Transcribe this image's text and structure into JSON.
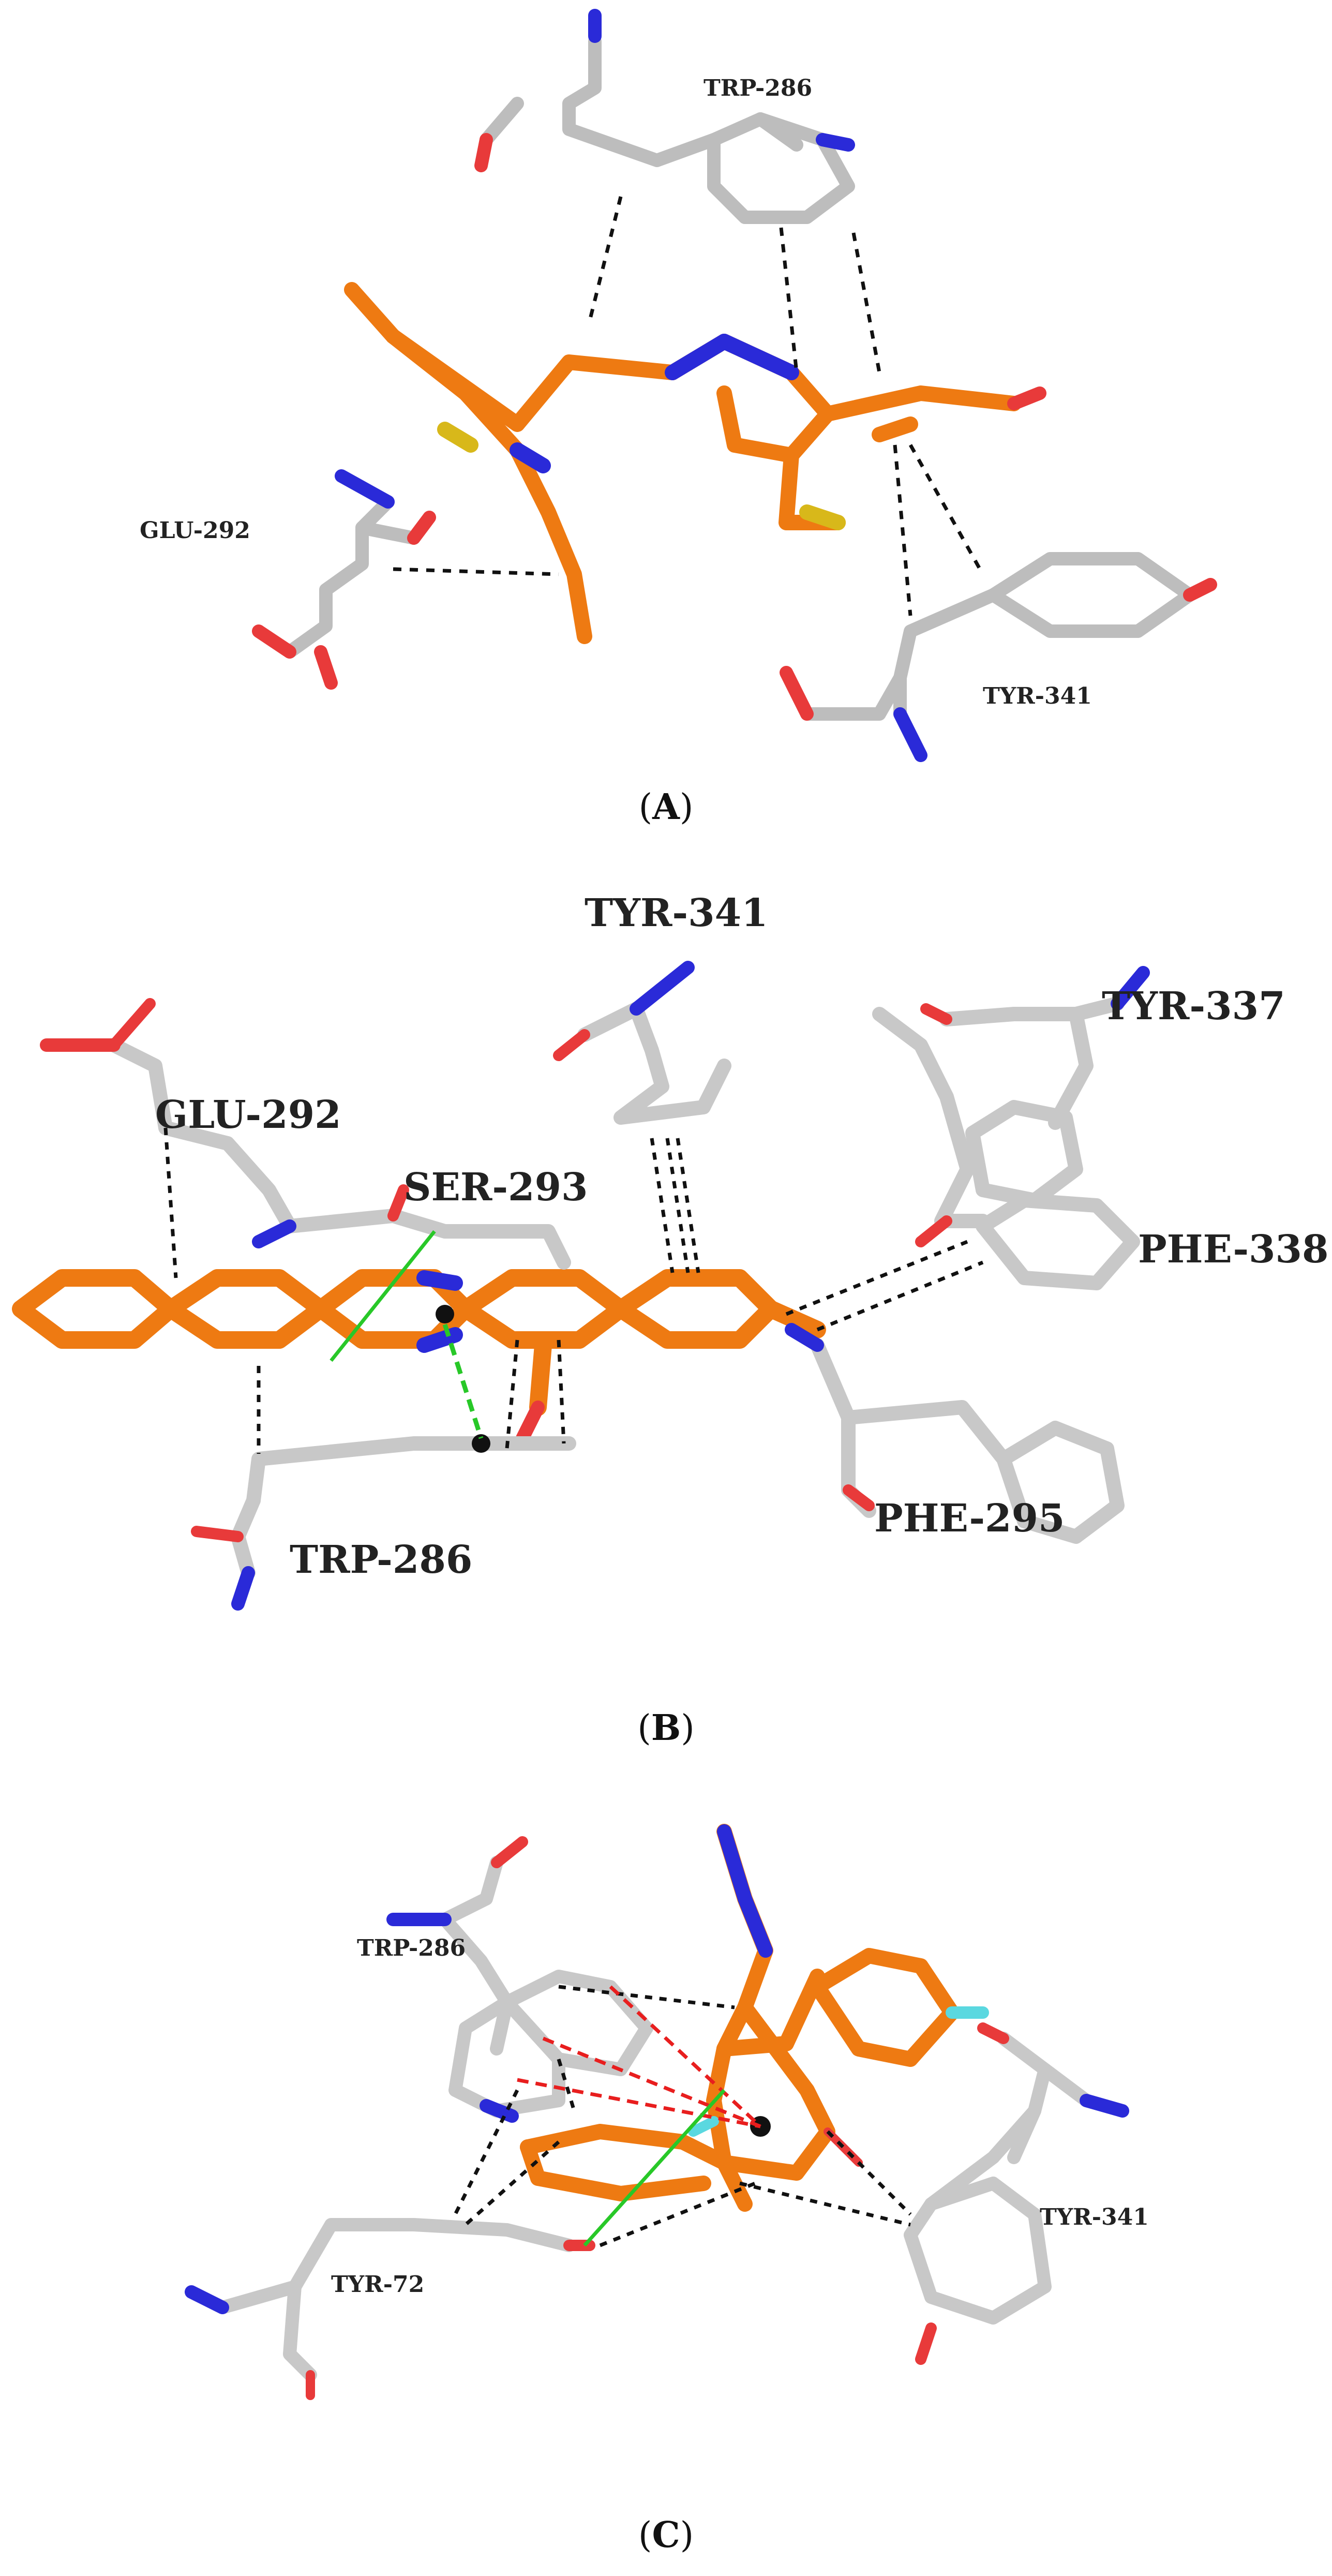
{
  "figure": {
    "panels": [
      {
        "id": "A",
        "caption": "A",
        "labels": [
          "TRP-286",
          "GLU-292",
          "TYR-341"
        ]
      },
      {
        "id": "B",
        "caption": "B",
        "labels": [
          "TYR-341",
          "TYR-337",
          "GLU-292",
          "SER-293",
          "PHE-338",
          "TRP-286",
          "PHE-295"
        ]
      },
      {
        "id": "C",
        "caption": "C",
        "labels": [
          "TRP-286",
          "TYR-341",
          "TYR-72"
        ]
      }
    ]
  },
  "colors": {
    "ligand": "#ee7a12",
    "residue": "#d0d0d0",
    "nitrogen": "#2a2ad8",
    "oxygen": "#e83a3a",
    "sulfur": "#d8b81a",
    "fluorine": "#5ad8e0",
    "contact_dash": "#111111",
    "pi_stack": "#28c828",
    "pi_cation": "#e81e1e"
  }
}
